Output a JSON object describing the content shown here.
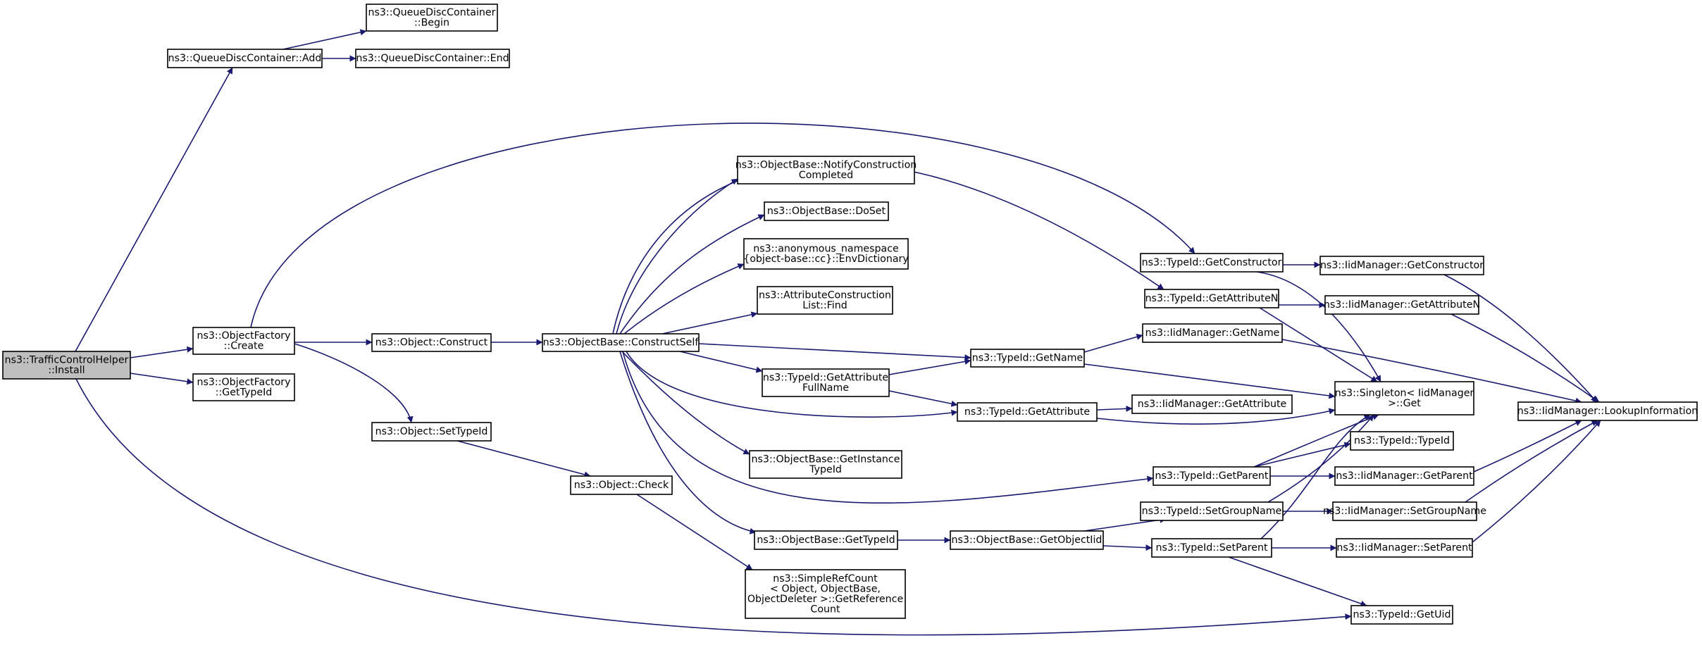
{
  "colors": {
    "edge": "#191970",
    "root_fill": "#bfbfbf",
    "node_fill": "#ffffff",
    "border": "#000000"
  },
  "nodes": {
    "install": [
      "ns3::TrafficControlHelper",
      "::Install"
    ],
    "qdc_add": [
      "ns3::QueueDiscContainer::Add"
    ],
    "qdc_begin": [
      "ns3::QueueDiscContainer",
      "::Begin"
    ],
    "qdc_end": [
      "ns3::QueueDiscContainer::End"
    ],
    "of_create": [
      "ns3::ObjectFactory",
      "::Create"
    ],
    "of_gettypeid": [
      "ns3::ObjectFactory",
      "::GetTypeId"
    ],
    "obj_construct": [
      "ns3::Object::Construct"
    ],
    "obj_settypeid": [
      "ns3::Object::SetTypeId"
    ],
    "obj_check": [
      "ns3::Object::Check"
    ],
    "ob_constructself": [
      "ns3::ObjectBase::ConstructSelf"
    ],
    "ob_notify": [
      "ns3::ObjectBase::NotifyConstruction",
      "Completed"
    ],
    "ob_doset": [
      "ns3::ObjectBase::DoSet"
    ],
    "anon_envdict": [
      "ns3::anonymous_namespace",
      "{object-base::cc}::EnvDictionary"
    ],
    "acl_find": [
      "ns3::AttributeConstruction",
      "List::Find"
    ],
    "tid_getattrfullname": [
      "ns3::TypeId::GetAttribute",
      "FullName"
    ],
    "ob_getinstancetypeid": [
      "ns3::ObjectBase::GetInstance",
      "TypeId"
    ],
    "ob_gettypeid": [
      "ns3::ObjectBase::GetTypeId"
    ],
    "src_getrefcount": [
      "ns3::SimpleRefCount",
      "< Object, ObjectBase,",
      "ObjectDeleter >::GetReference",
      "Count"
    ],
    "ob_getobjectiid": [
      "ns3::ObjectBase::GetObjectIid"
    ],
    "tid_getconstructor": [
      "ns3::TypeId::GetConstructor"
    ],
    "tid_getattributen": [
      "ns3::TypeId::GetAttributeN"
    ],
    "tid_getname": [
      "ns3::TypeId::GetName"
    ],
    "tid_getattribute": [
      "ns3::TypeId::GetAttribute"
    ],
    "tid_getparent": [
      "ns3::TypeId::GetParent"
    ],
    "tid_setgroupname": [
      "ns3::TypeId::SetGroupName"
    ],
    "tid_setparent": [
      "ns3::TypeId::SetParent"
    ],
    "tid_getuid": [
      "ns3::TypeId::GetUid"
    ],
    "iid_getconstructor": [
      "ns3::IidManager::GetConstructor"
    ],
    "iid_getattributen": [
      "ns3::IidManager::GetAttributeN"
    ],
    "iid_getname": [
      "ns3::IidManager::GetName"
    ],
    "iid_getattribute": [
      "ns3::IidManager::GetAttribute"
    ],
    "singleton_get": [
      "ns3::Singleton< IidManager",
      ">::Get"
    ],
    "tid_typeid": [
      "ns3::TypeId::TypeId"
    ],
    "iid_getparent": [
      "ns3::IidManager::GetParent"
    ],
    "iid_setgroupname": [
      "ns3::IidManager::SetGroupName"
    ],
    "iid_setparent": [
      "ns3::IidManager::SetParent"
    ],
    "iid_lookup": [
      "ns3::IidManager::LookupInformation"
    ]
  },
  "edges": [
    [
      "install",
      "qdc_add"
    ],
    [
      "install",
      "of_create"
    ],
    [
      "install",
      "of_gettypeid"
    ],
    [
      "install",
      "tid_getuid"
    ],
    [
      "qdc_add",
      "qdc_begin"
    ],
    [
      "qdc_add",
      "qdc_end"
    ],
    [
      "of_create",
      "obj_construct"
    ],
    [
      "of_create",
      "obj_settypeid"
    ],
    [
      "of_create",
      "tid_getconstructor"
    ],
    [
      "obj_construct",
      "ob_constructself"
    ],
    [
      "obj_settypeid",
      "obj_check"
    ],
    [
      "obj_check",
      "src_getrefcount"
    ],
    [
      "ob_constructself",
      "ob_notify"
    ],
    [
      "ob_constructself",
      "ob_doset"
    ],
    [
      "ob_constructself",
      "anon_envdict"
    ],
    [
      "ob_constructself",
      "acl_find"
    ],
    [
      "ob_constructself",
      "tid_getattrfullname"
    ],
    [
      "ob_constructself",
      "tid_getname"
    ],
    [
      "ob_constructself",
      "tid_getattributen"
    ],
    [
      "ob_constructself",
      "tid_getattribute"
    ],
    [
      "ob_constructself",
      "ob_getinstancetypeid"
    ],
    [
      "ob_constructself",
      "tid_getparent"
    ],
    [
      "ob_constructself",
      "ob_gettypeid"
    ],
    [
      "tid_getattrfullname",
      "tid_getname"
    ],
    [
      "tid_getattrfullname",
      "tid_getattribute"
    ],
    [
      "ob_gettypeid",
      "ob_getobjectiid"
    ],
    [
      "ob_getobjectiid",
      "tid_setgroupname"
    ],
    [
      "ob_getobjectiid",
      "tid_setparent"
    ],
    [
      "tid_getconstructor",
      "iid_getconstructor"
    ],
    [
      "tid_getconstructor",
      "singleton_get"
    ],
    [
      "tid_getattributen",
      "iid_getattributen"
    ],
    [
      "tid_getattributen",
      "singleton_get"
    ],
    [
      "tid_getname",
      "iid_getname"
    ],
    [
      "tid_getname",
      "singleton_get"
    ],
    [
      "tid_getattribute",
      "iid_getattribute"
    ],
    [
      "tid_getattribute",
      "singleton_get"
    ],
    [
      "tid_getparent",
      "tid_typeid"
    ],
    [
      "tid_getparent",
      "iid_getparent"
    ],
    [
      "tid_getparent",
      "singleton_get"
    ],
    [
      "tid_setgroupname",
      "iid_setgroupname"
    ],
    [
      "tid_setgroupname",
      "singleton_get"
    ],
    [
      "tid_setparent",
      "iid_setparent"
    ],
    [
      "tid_setparent",
      "singleton_get"
    ],
    [
      "tid_setparent",
      "tid_getuid"
    ],
    [
      "iid_getconstructor",
      "iid_lookup"
    ],
    [
      "iid_getattributen",
      "iid_lookup"
    ],
    [
      "iid_getname",
      "iid_lookup"
    ],
    [
      "iid_getparent",
      "iid_lookup"
    ],
    [
      "iid_setgroupname",
      "iid_lookup"
    ],
    [
      "iid_setparent",
      "iid_lookup"
    ]
  ]
}
